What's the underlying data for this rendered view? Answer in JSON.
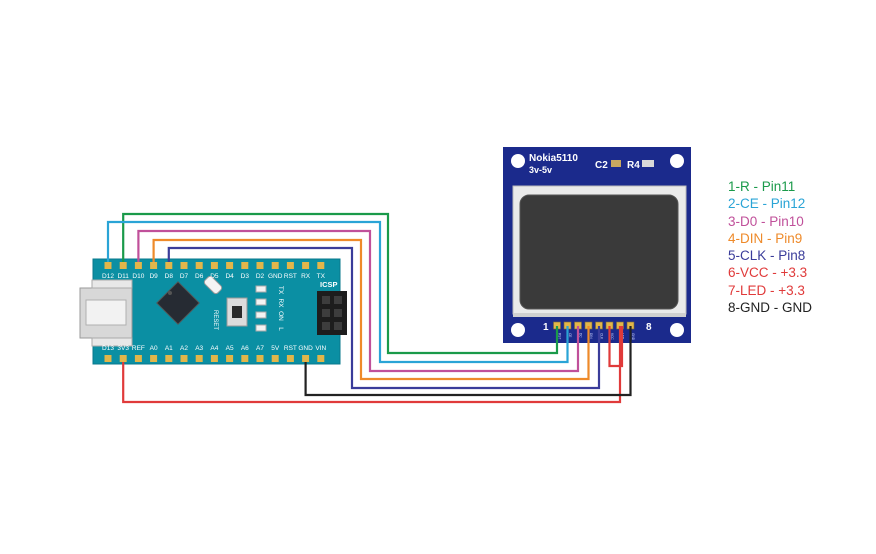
{
  "arduino": {
    "top_pins": [
      "D12",
      "D11",
      "D10",
      "D9",
      "D8",
      "D7",
      "D6",
      "D5",
      "D4",
      "D3",
      "D2",
      "GND",
      "RST",
      "RX",
      "TX"
    ],
    "bottom_pins": [
      "D13",
      "3V3",
      "REF",
      "A0",
      "A1",
      "A2",
      "A3",
      "A4",
      "A5",
      "A6",
      "A7",
      "5V",
      "RST",
      "GND",
      "VIN"
    ],
    "led_labels": [
      "TX",
      "RX",
      "ON",
      "L"
    ],
    "icsp_label": "ICSP",
    "reset_label": "RESET"
  },
  "lcd": {
    "model": "Nokia5110",
    "voltage": "3v-5v",
    "c2": "C2",
    "r4": "R4",
    "pin_first": "1",
    "pin_last": "8",
    "pin_marks": [
      "RST",
      "CE",
      "DC",
      "DIN",
      "CLK",
      "VCC",
      "LED",
      "GND"
    ]
  },
  "legend": [
    {
      "text": "1-R - Pin11",
      "color": "#1a9a4a"
    },
    {
      "text": "2-CE - Pin12",
      "color": "#2aa4d6"
    },
    {
      "text": "3-D0 - Pin10",
      "color": "#c0509a"
    },
    {
      "text": "4-DIN - Pin9",
      "color": "#ee8a2a"
    },
    {
      "text": "5-CLK - Pin8",
      "color": "#3a3c9a"
    },
    {
      "text": "6-VCC - +3.3",
      "color": "#e03a3a"
    },
    {
      "text": "7-LED - +3.3",
      "color": "#e03a3a"
    },
    {
      "text": "8-GND - GND",
      "color": "#222222"
    }
  ],
  "wires": [
    {
      "name": "wire-pin1-reset",
      "color": "#1a9a4a"
    },
    {
      "name": "wire-pin2-ce",
      "color": "#2aa4d6"
    },
    {
      "name": "wire-pin3-dc",
      "color": "#c0509a"
    },
    {
      "name": "wire-pin4-din",
      "color": "#ee8a2a"
    },
    {
      "name": "wire-pin5-clk",
      "color": "#3a3c9a"
    },
    {
      "name": "wire-pin6-vcc",
      "color": "#e03a3a"
    },
    {
      "name": "wire-pin7-led",
      "color": "#e03a3a"
    },
    {
      "name": "wire-pin8-gnd",
      "color": "#222222"
    }
  ],
  "colors": {
    "board": "#0b8fa3",
    "board_dark": "#087a8c",
    "lcd_pcb": "#1b2a8c",
    "lcd_screen": "#3a3a3a"
  }
}
